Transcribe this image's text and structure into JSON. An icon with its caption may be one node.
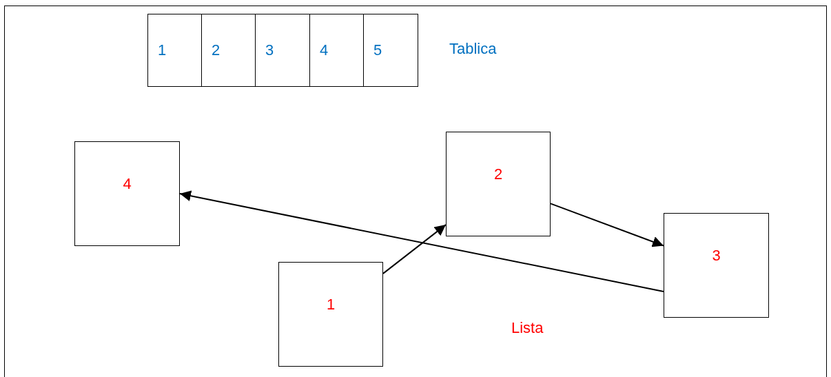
{
  "diagram": {
    "nodes": [
      {
        "text": [
          "1"
        ]
      },
      {
        "text": [
          "2"
        ]
      },
      {
        "text": [
          "3"
        ]
      },
      {
        "text": [
          "4"
        ]
      },
      {
        "text": [
          "5"
        ]
      },
      {
        "text": [
          "4"
        ]
      },
      {
        "text": [
          "2"
        ]
      },
      {
        "text": [
          "3"
        ]
      },
      {
        "text": [
          "1"
        ]
      }
    ],
    "edges": [
      {
        "from": 8,
        "to": 6,
        "arrow": "to"
      },
      {
        "from": 6,
        "to": 7,
        "arrow": "to"
      },
      {
        "from": 7,
        "to": 5,
        "arrow": "to"
      }
    ],
    "labels": [
      "Tablica",
      "Lista"
    ]
  }
}
